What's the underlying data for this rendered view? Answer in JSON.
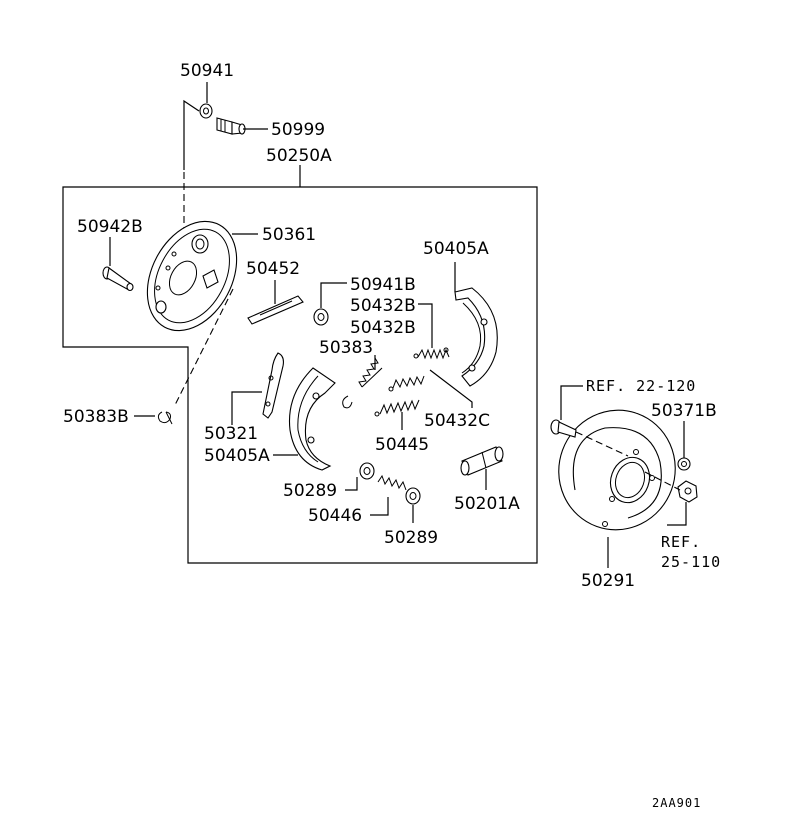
{
  "parts": {
    "p50941": "50941",
    "p50999": "50999",
    "p50250A": "50250A",
    "p50942B": "50942B",
    "p50361": "50361",
    "p50452": "50452",
    "p50941B": "50941B",
    "p50432B_1": "50432B",
    "p50432B_2": "50432B",
    "p50405A_top": "50405A",
    "p50383": "50383",
    "p50383B": "50383B",
    "p50321": "50321",
    "p50405A_left": "50405A",
    "p50432C": "50432C",
    "p50445": "50445",
    "p50289_1": "50289",
    "p50446": "50446",
    "p50289_2": "50289",
    "p50201A": "50201A",
    "p50371B": "50371B",
    "p50291": "50291"
  },
  "refs": {
    "ref_22_120": "REF. 22-120",
    "ref_25_110_a": "REF.",
    "ref_25_110_b": "25-110"
  },
  "diagram_code": "2AA901"
}
